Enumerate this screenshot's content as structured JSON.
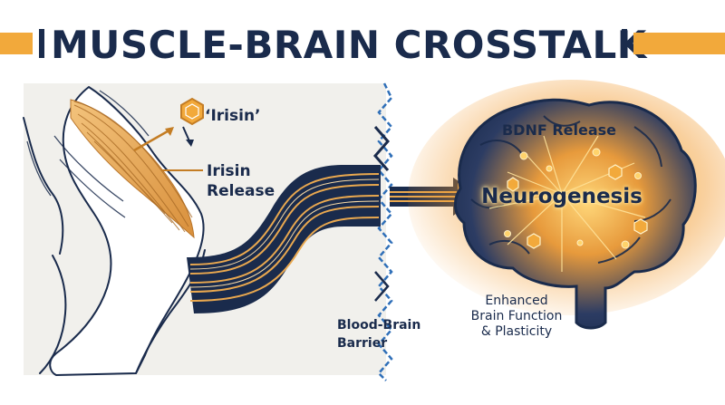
{
  "title": "MUSCLE-BRAIN CROSSTALK",
  "labels": {
    "irisin_tag": "‘Irisin’",
    "irisin_release": [
      "Irisin",
      "Release"
    ],
    "blood_brain_barrier": [
      "Blood-Brain",
      "Barrier"
    ],
    "bdnf_release": "BDNF Release",
    "neurogenesis": "Neurogenesis",
    "enhanced": [
      "Enhanced",
      "Brain Function",
      "& Plasticity"
    ]
  },
  "colors": {
    "navy": "#1a2b4c",
    "accent_orange": "#f2a93b",
    "muscle_orange": "#e9a84f",
    "glow": "#ffb833",
    "barrier_blue": "#2f6fb8",
    "panel_gray": "#f1f0ec"
  }
}
